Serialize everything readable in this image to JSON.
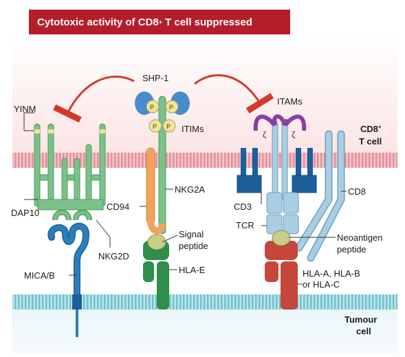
{
  "title": {
    "main": "Cytotoxic activity of CD8",
    "sup": "+",
    "rest": " T cell suppressed"
  },
  "cells": {
    "t_cell_line1": "CD8",
    "t_cell_sup": "+",
    "t_cell_line2": "T cell",
    "tumour_line1": "Tumour",
    "tumour_line2": "cell"
  },
  "labels": {
    "yinm": "YINM",
    "dap10": "DAP10",
    "nkg2d": "NKG2D",
    "mica_b": "MICA/B",
    "shp1": "SHP-1",
    "itims": "ITIMs",
    "p": "P",
    "cd94": "CD94",
    "nkg2a": "NKG2A",
    "signal_peptide_1": "Signal",
    "signal_peptide_2": "peptide",
    "hla_e": "HLA-E",
    "itams": "ITAMs",
    "zeta": "ζ",
    "cd3": "CD3",
    "cd8": "CD8",
    "tcr": "TCR",
    "neoantigen_1": "Neoantigen",
    "neoantigen_2": "peptide",
    "hla_abc_1": "HLA-A, HLA-B",
    "hla_abc_2": "or HLA-C"
  },
  "colors": {
    "title_bg": "#b41e2a",
    "membrane": "#e5909a",
    "tumour_membrane": "#6fc2cf",
    "green_receptor": "#7cc08a",
    "green_dark": "#2f8e4a",
    "shp1_blue": "#4a8ccb",
    "phospho_yellow": "#f3e58a",
    "purple": "#8a3fa3",
    "cd3_blue": "#1c5f9b",
    "light_blue": "#a9cde2",
    "hla_red": "#c5463b",
    "mica_blue": "#2a7fb8",
    "cd94_orange": "#f0a35c",
    "peptide_olive": "#c8cd8a",
    "inhibit_red": "#d33a2c"
  }
}
